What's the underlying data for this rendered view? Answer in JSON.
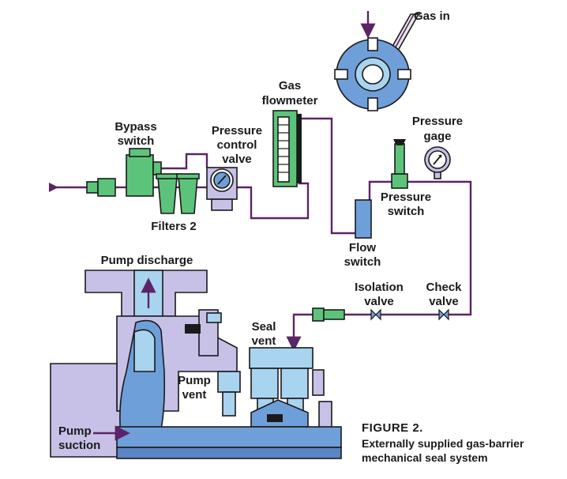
{
  "colors": {
    "pipe": "#5b2466",
    "green": "#5cc47a",
    "blue": "#6f9fd8",
    "light_blue": "#a8d4ef",
    "lavender": "#c7c1e8",
    "outline": "#1a1a1a"
  },
  "labels": {
    "gas_in": "Gas in",
    "gas_flowmeter": [
      "Gas",
      "flowmeter"
    ],
    "bypass_switch": [
      "Bypass",
      "switch"
    ],
    "pressure_control_valve": [
      "Pressure",
      "control",
      "valve"
    ],
    "filters": "Filters 2",
    "pressure_gage": [
      "Pressure",
      "gage"
    ],
    "pressure_switch": [
      "Pressure",
      "switch"
    ],
    "flow_switch": [
      "Flow",
      "switch"
    ],
    "isolation_valve": [
      "Isolation",
      "valve"
    ],
    "check_valve": [
      "Check",
      "valve"
    ],
    "pump_discharge": "Pump discharge",
    "seal_vent": [
      "Seal",
      "vent"
    ],
    "pump_vent": [
      "Pump",
      "vent"
    ],
    "pump_suction": [
      "Pump",
      "suction"
    ]
  },
  "caption": {
    "title": "FIGURE 2.",
    "line1": "Externally supplied gas-barrier",
    "line2": "mechanical seal system"
  }
}
